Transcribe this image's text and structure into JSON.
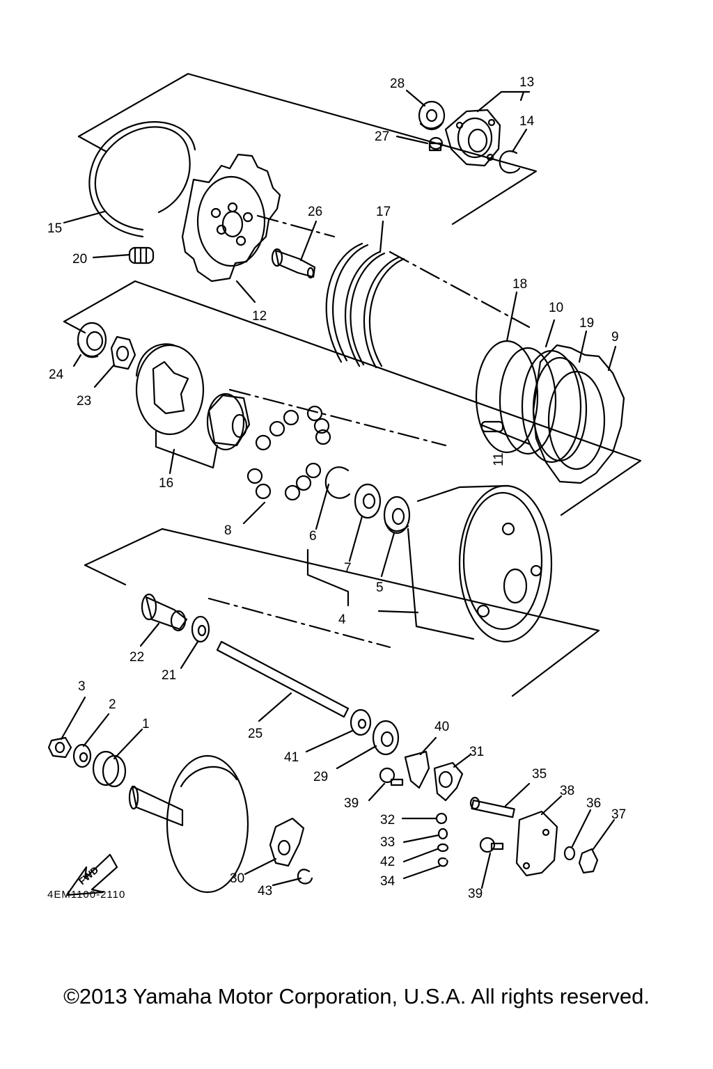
{
  "diagram_code": "4EM1100-2110",
  "fwd_label": "FWD",
  "copyright": "©2013 Yamaha Motor Corporation, U.S.A. All rights reserved.",
  "callouts": {
    "c1": "1",
    "c2": "2",
    "c3": "3",
    "c4": "4",
    "c5": "5",
    "c6": "6",
    "c7": "7",
    "c8": "8",
    "c9": "9",
    "c10": "10",
    "c11": "11",
    "c12": "12",
    "c13": "13",
    "c14": "14",
    "c15": "15",
    "c16": "16",
    "c17": "17",
    "c18": "18",
    "c19": "19",
    "c20": "20",
    "c21": "21",
    "c22": "22",
    "c23": "23",
    "c24": "24",
    "c25": "25",
    "c26": "26",
    "c27": "27",
    "c28": "28",
    "c29": "29",
    "c30": "30",
    "c31": "31",
    "c32": "32",
    "c33": "33",
    "c34": "34",
    "c35": "35",
    "c36": "36",
    "c37": "37",
    "c38": "38",
    "c39a": "39",
    "c39b": "39",
    "c40": "40",
    "c41": "41",
    "c42": "42",
    "c43": "43"
  }
}
